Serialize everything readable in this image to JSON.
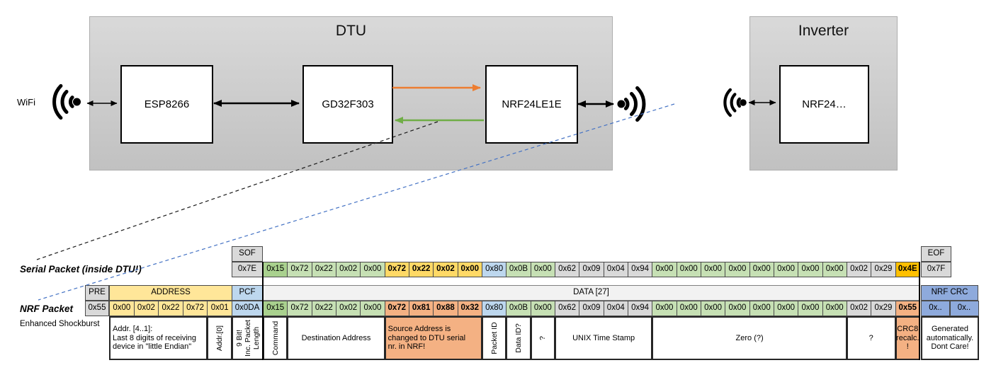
{
  "diagram": {
    "wifi_label": "WiFi",
    "dtu_title": "DTU",
    "inverter_title": "Inverter",
    "esp_label": "ESP8266",
    "gd_label": "GD32F303",
    "nrf_label": "NRF24LE1E",
    "inverter_nrf_label": "NRF24…",
    "colors": {
      "arrow_orange": "#ED7D31",
      "arrow_green": "#70AD47",
      "leader_blue": "#4472C4",
      "arrow_black": "#000000"
    }
  },
  "serial_packet": {
    "row_label": "Serial Packet (inside DTU!)",
    "sof_header": "SOF",
    "sof_value": "0x7E",
    "eof_header": "EOF",
    "eof_value": "0x7F",
    "bytes": [
      {
        "v": "0x15",
        "c": "gdark"
      },
      {
        "v": "0x72",
        "c": "green"
      },
      {
        "v": "0x22",
        "c": "green"
      },
      {
        "v": "0x02",
        "c": "green"
      },
      {
        "v": "0x00",
        "c": "green"
      },
      {
        "v": "0x72",
        "c": "ybold",
        "b": 1
      },
      {
        "v": "0x22",
        "c": "ybold",
        "b": 1
      },
      {
        "v": "0x02",
        "c": "ybold",
        "b": 1
      },
      {
        "v": "0x00",
        "c": "ybold",
        "b": 1
      },
      {
        "v": "0x80",
        "c": "blue"
      },
      {
        "v": "0x0B",
        "c": "green"
      },
      {
        "v": "0x00",
        "c": "green"
      },
      {
        "v": "0x62",
        "c": "gray"
      },
      {
        "v": "0x09",
        "c": "gray"
      },
      {
        "v": "0x04",
        "c": "gray"
      },
      {
        "v": "0x94",
        "c": "gray"
      },
      {
        "v": "0x00",
        "c": "green"
      },
      {
        "v": "0x00",
        "c": "green"
      },
      {
        "v": "0x00",
        "c": "green"
      },
      {
        "v": "0x00",
        "c": "green"
      },
      {
        "v": "0x00",
        "c": "green"
      },
      {
        "v": "0x00",
        "c": "green"
      },
      {
        "v": "0x00",
        "c": "green"
      },
      {
        "v": "0x00",
        "c": "green"
      },
      {
        "v": "0x02",
        "c": "gray"
      },
      {
        "v": "0x29",
        "c": "gray"
      },
      {
        "v": "0x4E",
        "c": "amber",
        "b": 1
      }
    ]
  },
  "nrf_packet": {
    "row_label": "NRF Packet",
    "row_sublabel": "Enhanced Shockburst",
    "pre_header": "PRE",
    "pre_value": "0x55",
    "address_header": "ADDRESS",
    "address_values": [
      "0x00",
      "0x02",
      "0x22",
      "0x72",
      "0x01"
    ],
    "pcf_header": "PCF",
    "pcf_value": "0x0DA",
    "data_header": "DATA [27]",
    "crc_header": "NRF CRC",
    "crc_values": [
      "0x..",
      "0x.."
    ],
    "bytes": [
      {
        "v": "0x15",
        "c": "gdark"
      },
      {
        "v": "0x72",
        "c": "green"
      },
      {
        "v": "0x22",
        "c": "green"
      },
      {
        "v": "0x02",
        "c": "green"
      },
      {
        "v": "0x00",
        "c": "green"
      },
      {
        "v": "0x72",
        "c": "orange",
        "b": 1
      },
      {
        "v": "0x81",
        "c": "orange",
        "b": 1
      },
      {
        "v": "0x88",
        "c": "orange",
        "b": 1
      },
      {
        "v": "0x32",
        "c": "orange",
        "b": 1
      },
      {
        "v": "0x80",
        "c": "blue"
      },
      {
        "v": "0x0B",
        "c": "green"
      },
      {
        "v": "0x00",
        "c": "green"
      },
      {
        "v": "0x62",
        "c": "gray"
      },
      {
        "v": "0x09",
        "c": "gray"
      },
      {
        "v": "0x04",
        "c": "gray"
      },
      {
        "v": "0x94",
        "c": "gray"
      },
      {
        "v": "0x00",
        "c": "green"
      },
      {
        "v": "0x00",
        "c": "green"
      },
      {
        "v": "0x00",
        "c": "green"
      },
      {
        "v": "0x00",
        "c": "green"
      },
      {
        "v": "0x00",
        "c": "green"
      },
      {
        "v": "0x00",
        "c": "green"
      },
      {
        "v": "0x00",
        "c": "green"
      },
      {
        "v": "0x00",
        "c": "green"
      },
      {
        "v": "0x02",
        "c": "gray"
      },
      {
        "v": "0x29",
        "c": "gray"
      },
      {
        "v": "0x55",
        "c": "orange",
        "b": 1
      }
    ]
  },
  "annotations": [
    {
      "text": "Addr. [4..1]:\nLast 8 digits of receiving\ndevice in \"little Endian\"",
      "col": "addr0",
      "span": 4,
      "align": "left"
    },
    {
      "text": "Addr.[0]",
      "col": "addr4",
      "span": 1,
      "rot": true
    },
    {
      "text": "9 Bit!\nInc. Packet\nLength",
      "col": "pcf",
      "span": 1,
      "rot": true
    },
    {
      "text": "Command",
      "col": "d0",
      "span": 1,
      "rot": true
    },
    {
      "text": "Destination Address",
      "col": "d1",
      "span": 4
    },
    {
      "text": "Source Address is\nchanged to DTU serial\nnr. in NRF!",
      "col": "d5",
      "span": 4,
      "color": "orange",
      "align": "left"
    },
    {
      "text": "Packet ID",
      "col": "d9",
      "span": 1,
      "rot": true
    },
    {
      "text": "Data ID?",
      "col": "d10",
      "span": 1,
      "rot": true
    },
    {
      "text": "?",
      "col": "d11",
      "span": 1,
      "rot": true
    },
    {
      "text": "UNIX Time Stamp",
      "col": "d12",
      "span": 4
    },
    {
      "text": "Zero (?)",
      "col": "d16",
      "span": 8
    },
    {
      "text": "?",
      "col": "d24",
      "span": 2
    },
    {
      "text": "CRC8\nrecalc.\n!",
      "col": "d26",
      "span": 1,
      "color": "orange"
    },
    {
      "text": "Generated\nautomatically.\nDont Care!",
      "col": "crc0",
      "span": 2
    }
  ]
}
